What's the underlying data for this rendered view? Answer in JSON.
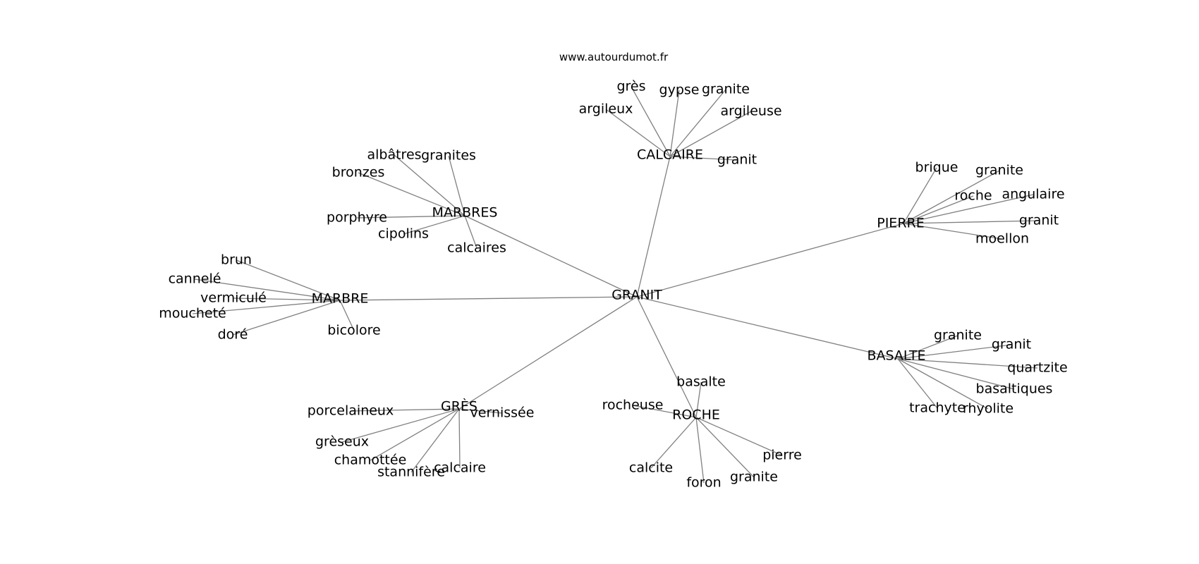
{
  "watermark": "www.autourdumot.fr",
  "colors": {
    "edge": "#808080",
    "text": "#000000",
    "background": "#ffffff"
  },
  "graph": {
    "center": "GRANIT",
    "hubs": [
      "MARBRES",
      "CALCAIRE",
      "PIERRE",
      "MARBRE",
      "BASALTE",
      "GRÈS",
      "ROCHE"
    ],
    "nodes": [
      {
        "id": "granit-center",
        "label": "GRANIT"
      },
      {
        "id": "marbres",
        "label": "MARBRES"
      },
      {
        "id": "marbres-albatres",
        "label": "albâtres"
      },
      {
        "id": "marbres-granites",
        "label": "granites"
      },
      {
        "id": "marbres-bronzes",
        "label": "bronzes"
      },
      {
        "id": "marbres-porphyre",
        "label": "porphyre"
      },
      {
        "id": "marbres-cipolins",
        "label": "cipolins"
      },
      {
        "id": "marbres-calcaires",
        "label": "calcaires"
      },
      {
        "id": "calcaire",
        "label": "CALCAIRE"
      },
      {
        "id": "calcaire-gres",
        "label": "grès"
      },
      {
        "id": "calcaire-gypse",
        "label": "gypse"
      },
      {
        "id": "calcaire-granite",
        "label": "granite"
      },
      {
        "id": "calcaire-argileux",
        "label": "argileux"
      },
      {
        "id": "calcaire-argileuse",
        "label": "argileuse"
      },
      {
        "id": "calcaire-granit",
        "label": "granit"
      },
      {
        "id": "pierre",
        "label": "PIERRE"
      },
      {
        "id": "pierre-brique",
        "label": "brique"
      },
      {
        "id": "pierre-granite",
        "label": "granite"
      },
      {
        "id": "pierre-roche",
        "label": "roche"
      },
      {
        "id": "pierre-angulaire",
        "label": "angulaire"
      },
      {
        "id": "pierre-granit",
        "label": "granit"
      },
      {
        "id": "pierre-moellon",
        "label": "moellon"
      },
      {
        "id": "marbre",
        "label": "MARBRE"
      },
      {
        "id": "marbre-brun",
        "label": "brun"
      },
      {
        "id": "marbre-cannele",
        "label": "cannelé"
      },
      {
        "id": "marbre-vermicule",
        "label": "vermiculé"
      },
      {
        "id": "marbre-mouchete",
        "label": "moucheté"
      },
      {
        "id": "marbre-dore",
        "label": "doré"
      },
      {
        "id": "marbre-bicolore",
        "label": "bicolore"
      },
      {
        "id": "basalte",
        "label": "BASALTE"
      },
      {
        "id": "basalte-granite",
        "label": "granite"
      },
      {
        "id": "basalte-granit",
        "label": "granit"
      },
      {
        "id": "basalte-quartzite",
        "label": "quartzite"
      },
      {
        "id": "basalte-basaltiques",
        "label": "basaltiques"
      },
      {
        "id": "basalte-trachyte",
        "label": "trachyte"
      },
      {
        "id": "basalte-rhyolite",
        "label": "rhyolite"
      },
      {
        "id": "gres",
        "label": "GRÈS"
      },
      {
        "id": "gres-porcelaineux",
        "label": "porcelaineux"
      },
      {
        "id": "gres-vernissee",
        "label": "vernissée"
      },
      {
        "id": "gres-greseux",
        "label": "grèseux"
      },
      {
        "id": "gres-chamottee",
        "label": "chamottée"
      },
      {
        "id": "gres-stannifere",
        "label": "stannifère"
      },
      {
        "id": "gres-calcaire",
        "label": "calcaire"
      },
      {
        "id": "roche",
        "label": "ROCHE"
      },
      {
        "id": "roche-basalte",
        "label": "basalte"
      },
      {
        "id": "roche-rocheuse",
        "label": "rocheuse"
      },
      {
        "id": "roche-calcite",
        "label": "calcite"
      },
      {
        "id": "roche-foron",
        "label": "foron"
      },
      {
        "id": "roche-granite",
        "label": "granite"
      },
      {
        "id": "roche-pierre",
        "label": "pierre"
      }
    ],
    "edges": [
      [
        "granit-center",
        "marbres"
      ],
      [
        "granit-center",
        "calcaire"
      ],
      [
        "granit-center",
        "pierre"
      ],
      [
        "granit-center",
        "marbre"
      ],
      [
        "granit-center",
        "basalte"
      ],
      [
        "granit-center",
        "gres"
      ],
      [
        "granit-center",
        "roche"
      ],
      [
        "marbres",
        "marbres-albatres"
      ],
      [
        "marbres",
        "marbres-granites"
      ],
      [
        "marbres",
        "marbres-bronzes"
      ],
      [
        "marbres",
        "marbres-porphyre"
      ],
      [
        "marbres",
        "marbres-cipolins"
      ],
      [
        "marbres",
        "marbres-calcaires"
      ],
      [
        "calcaire",
        "calcaire-gres"
      ],
      [
        "calcaire",
        "calcaire-gypse"
      ],
      [
        "calcaire",
        "calcaire-granite"
      ],
      [
        "calcaire",
        "calcaire-argileux"
      ],
      [
        "calcaire",
        "calcaire-argileuse"
      ],
      [
        "calcaire",
        "calcaire-granit"
      ],
      [
        "pierre",
        "pierre-brique"
      ],
      [
        "pierre",
        "pierre-granite"
      ],
      [
        "pierre",
        "pierre-roche"
      ],
      [
        "pierre",
        "pierre-angulaire"
      ],
      [
        "pierre",
        "pierre-granit"
      ],
      [
        "pierre",
        "pierre-moellon"
      ],
      [
        "marbre",
        "marbre-brun"
      ],
      [
        "marbre",
        "marbre-cannele"
      ],
      [
        "marbre",
        "marbre-vermicule"
      ],
      [
        "marbre",
        "marbre-mouchete"
      ],
      [
        "marbre",
        "marbre-dore"
      ],
      [
        "marbre",
        "marbre-bicolore"
      ],
      [
        "basalte",
        "basalte-granite"
      ],
      [
        "basalte",
        "basalte-granit"
      ],
      [
        "basalte",
        "basalte-quartzite"
      ],
      [
        "basalte",
        "basalte-basaltiques"
      ],
      [
        "basalte",
        "basalte-trachyte"
      ],
      [
        "basalte",
        "basalte-rhyolite"
      ],
      [
        "gres",
        "gres-porcelaineux"
      ],
      [
        "gres",
        "gres-vernissee"
      ],
      [
        "gres",
        "gres-greseux"
      ],
      [
        "gres",
        "gres-chamottee"
      ],
      [
        "gres",
        "gres-stannifere"
      ],
      [
        "gres",
        "gres-calcaire"
      ],
      [
        "roche",
        "roche-basalte"
      ],
      [
        "roche",
        "roche-rocheuse"
      ],
      [
        "roche",
        "roche-calcite"
      ],
      [
        "roche",
        "roche-foron"
      ],
      [
        "roche",
        "roche-granite"
      ],
      [
        "roche",
        "roche-pierre"
      ]
    ]
  }
}
